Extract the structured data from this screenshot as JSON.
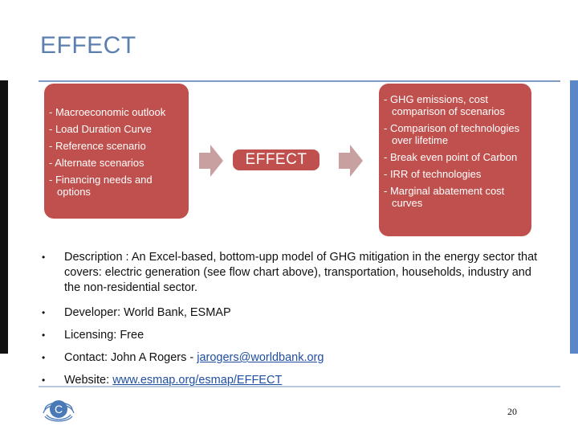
{
  "slide": {
    "title": "EFFECT",
    "page_number": "20"
  },
  "diagram": {
    "inputs": [
      "- Macroeconomic outlook",
      "- Load Duration Curve",
      "- Reference scenario",
      "- Alternate scenarios",
      "- Financing needs and options"
    ],
    "model_label": "EFFECT",
    "outputs": [
      "- GHG emissions, cost comparison of scenarios",
      "- Comparison of technologies over lifetime",
      "- Break even point of Carbon",
      "- IRR of technologies",
      "- Marginal abatement cost curves"
    ],
    "box_color": "#c0504d",
    "arrow_color": "#c9a0a0"
  },
  "details": {
    "bullet": "•",
    "description_label": "Description",
    "description_text": " : An Excel-based, bottom-upp model of GHG mitigation in the energy sector that covers: electric generation (see flow chart above), transportation, households, industry and the non-residential sector.",
    "developer_label": "Developer",
    "developer_text": ": World Bank, ESMAP",
    "licensing_label": "Licensing",
    "licensing_text": ": Free",
    "contact_label": "Contact",
    "contact_text": ": John A Rogers - ",
    "contact_email": "jarogers@worldbank.org",
    "website_label": "Website",
    "website_text": ": ",
    "website_url": "www.esmap.org/esmap/EFFECT"
  },
  "footer": {
    "logo_icon": "unfccc-logo-icon"
  }
}
